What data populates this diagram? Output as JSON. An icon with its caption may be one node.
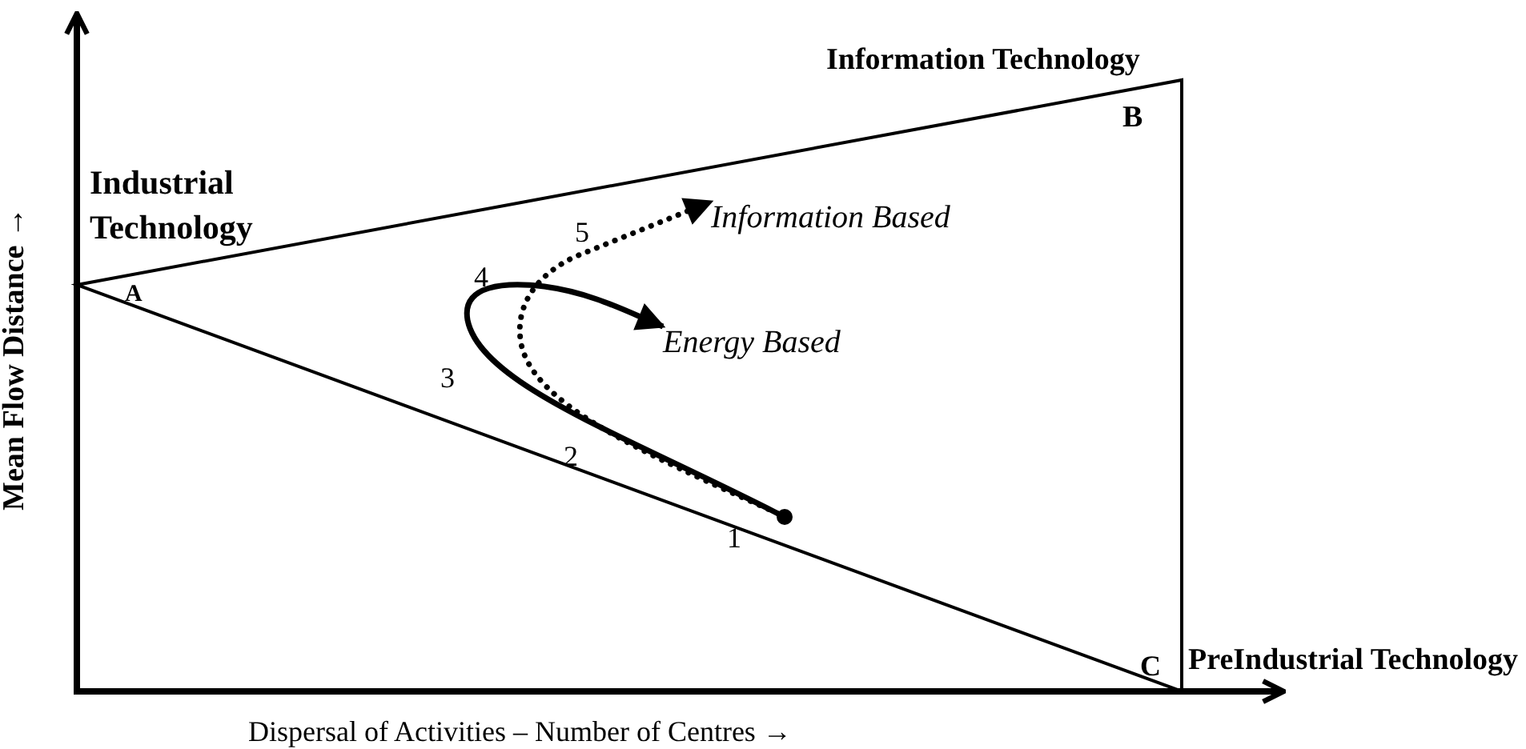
{
  "diagram": {
    "nodes": [
      {
        "text": [],
        "shape": "circle"
      },
      {
        "text": [
          "Energy Based"
        ]
      },
      {
        "text": [
          "Information Based"
        ]
      }
    ],
    "edges": [
      {
        "from": 0,
        "to": 1,
        "arrow": "to"
      },
      {
        "from": 0,
        "to": 2,
        "arrow": "to",
        "style": "dashed"
      }
    ],
    "labels": [
      "Information Technology",
      "B",
      "Industrial Technology",
      "A",
      "5",
      "4",
      "3",
      "2",
      "1",
      "C",
      "PreIndustrial Technology",
      "Mean Flow Distance →",
      "Dispersal of Activities – Number of Centres →"
    ]
  }
}
